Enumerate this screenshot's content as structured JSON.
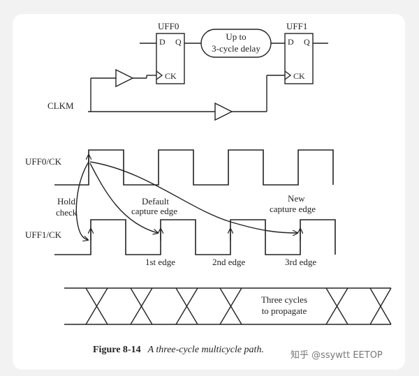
{
  "circuit": {
    "ff0_name": "UFF0",
    "ff1_name": "UFF1",
    "d_pin": "D",
    "q_pin": "Q",
    "ck_pin": "CK",
    "delay_line1": "Up to",
    "delay_line2": "3-cycle delay",
    "clock_name": "CLKM"
  },
  "waveforms": {
    "uff0_label": "UFF0/CK",
    "uff1_label": "UFF1/CK",
    "hold_line1": "Hold",
    "hold_line2": "check",
    "default_line1": "Default",
    "default_line2": "capture edge",
    "new_line1": "New",
    "new_line2": "capture edge",
    "edge1": "1st edge",
    "edge2": "2nd edge",
    "edge3": "3rd edge"
  },
  "data_bus": {
    "line1": "Three cycles",
    "line2": "to propagate"
  },
  "caption": {
    "number": "Figure 8-14",
    "title": "A three-cycle multicycle path."
  },
  "watermark": "知乎 @ssywtt EETOP"
}
